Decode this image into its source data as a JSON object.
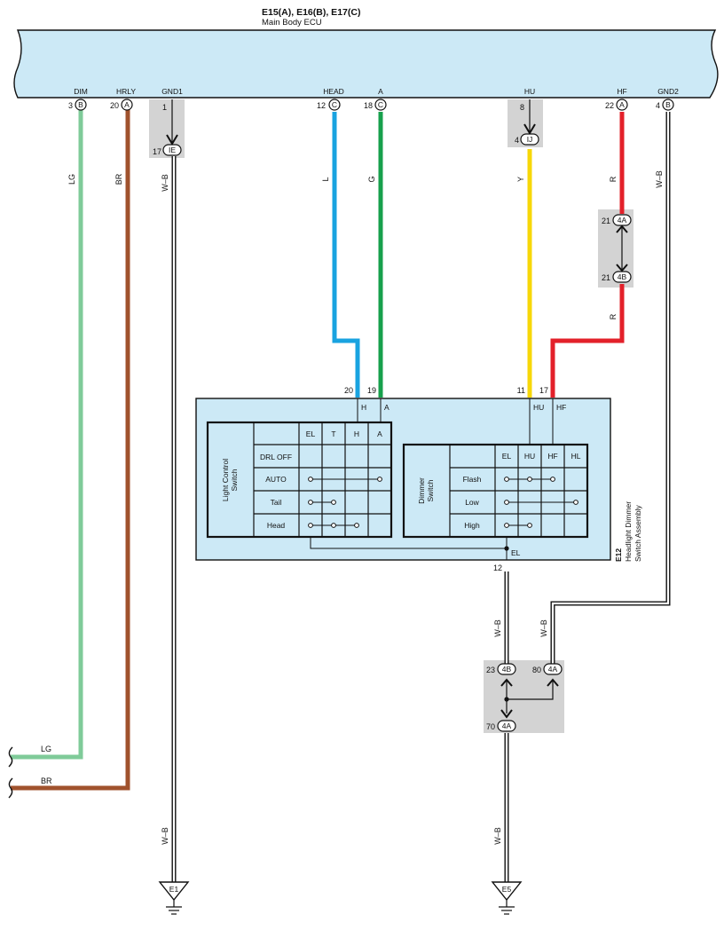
{
  "ecu": {
    "connectors": "E15(A), E16(B), E17(C)",
    "name": "Main Body ECU",
    "terminals": [
      {
        "label": "DIM",
        "pin": "3",
        "conn": "B"
      },
      {
        "label": "HRLY",
        "pin": "20",
        "conn": "A"
      },
      {
        "label": "GND1",
        "pin": "1",
        "conn": ""
      },
      {
        "label": "HEAD",
        "pin": "12",
        "conn": "C"
      },
      {
        "label": "A",
        "pin": "18",
        "conn": "C"
      },
      {
        "label": "HU",
        "pin": "8",
        "conn": ""
      },
      {
        "label": "HF",
        "pin": "22",
        "conn": "A"
      },
      {
        "label": "GND2",
        "pin": "4",
        "conn": "B"
      }
    ]
  },
  "wires": {
    "dim": "LG",
    "hrly": "BR",
    "gnd1": "W–B",
    "head": "L",
    "a": "G",
    "hu": "Y",
    "hf": "R",
    "hf_lower": "R",
    "gnd2": "W–B",
    "switch_ground": "W–B",
    "ground_e1": "W–B",
    "ground_e5": "W–B",
    "out_lg": "LG",
    "out_br": "BR"
  },
  "junctions": {
    "gnd1": {
      "pin_top": "1",
      "pin": "17",
      "conn": "IE"
    },
    "hu": {
      "pin_top": "8",
      "pin": "4",
      "conn": "IJ"
    },
    "hf_upper": {
      "pin": "21",
      "conn": "4A"
    },
    "hf_lower": {
      "pin": "21",
      "conn": "4B"
    },
    "gnd_in1": {
      "pin": "23",
      "conn": "4B"
    },
    "gnd_in2": {
      "pin": "80",
      "conn": "4A"
    },
    "gnd_out": {
      "pin": "70",
      "conn": "4A"
    }
  },
  "switch_assembly": {
    "code": "E12",
    "name_line1": "Headlight Dimmer",
    "name_line2": "Switch Assembly",
    "terminals": [
      {
        "pin": "20",
        "label": "H"
      },
      {
        "pin": "19",
        "label": "A"
      },
      {
        "pin": "11",
        "label": "HU"
      },
      {
        "pin": "17",
        "label": "HF"
      }
    ],
    "ground_terminal": {
      "pin": "12",
      "label": "EL"
    },
    "light_control": {
      "title_line1": "Light Control",
      "title_line2": "Switch",
      "columns": [
        "EL",
        "T",
        "H",
        "A"
      ],
      "rows": [
        "DRL OFF",
        "AUTO",
        "Tail",
        "Head"
      ]
    },
    "dimmer": {
      "title_line1": "Dimmer",
      "title_line2": "Switch",
      "columns": [
        "EL",
        "HU",
        "HF",
        "HL"
      ],
      "rows": [
        "Flash",
        "Low",
        "High"
      ]
    }
  },
  "grounds": [
    "E1",
    "E5"
  ],
  "colors": {
    "ecu_fill": "#cce9f6",
    "box_fill": "#cce9f6",
    "junction_fill": "#d3d3d3",
    "lg": "#7fcb99",
    "br": "#a0522d",
    "blue": "#19a3e0",
    "green": "#17a04c",
    "yellow": "#f7d708",
    "red": "#e3202a",
    "black": "#111111"
  }
}
